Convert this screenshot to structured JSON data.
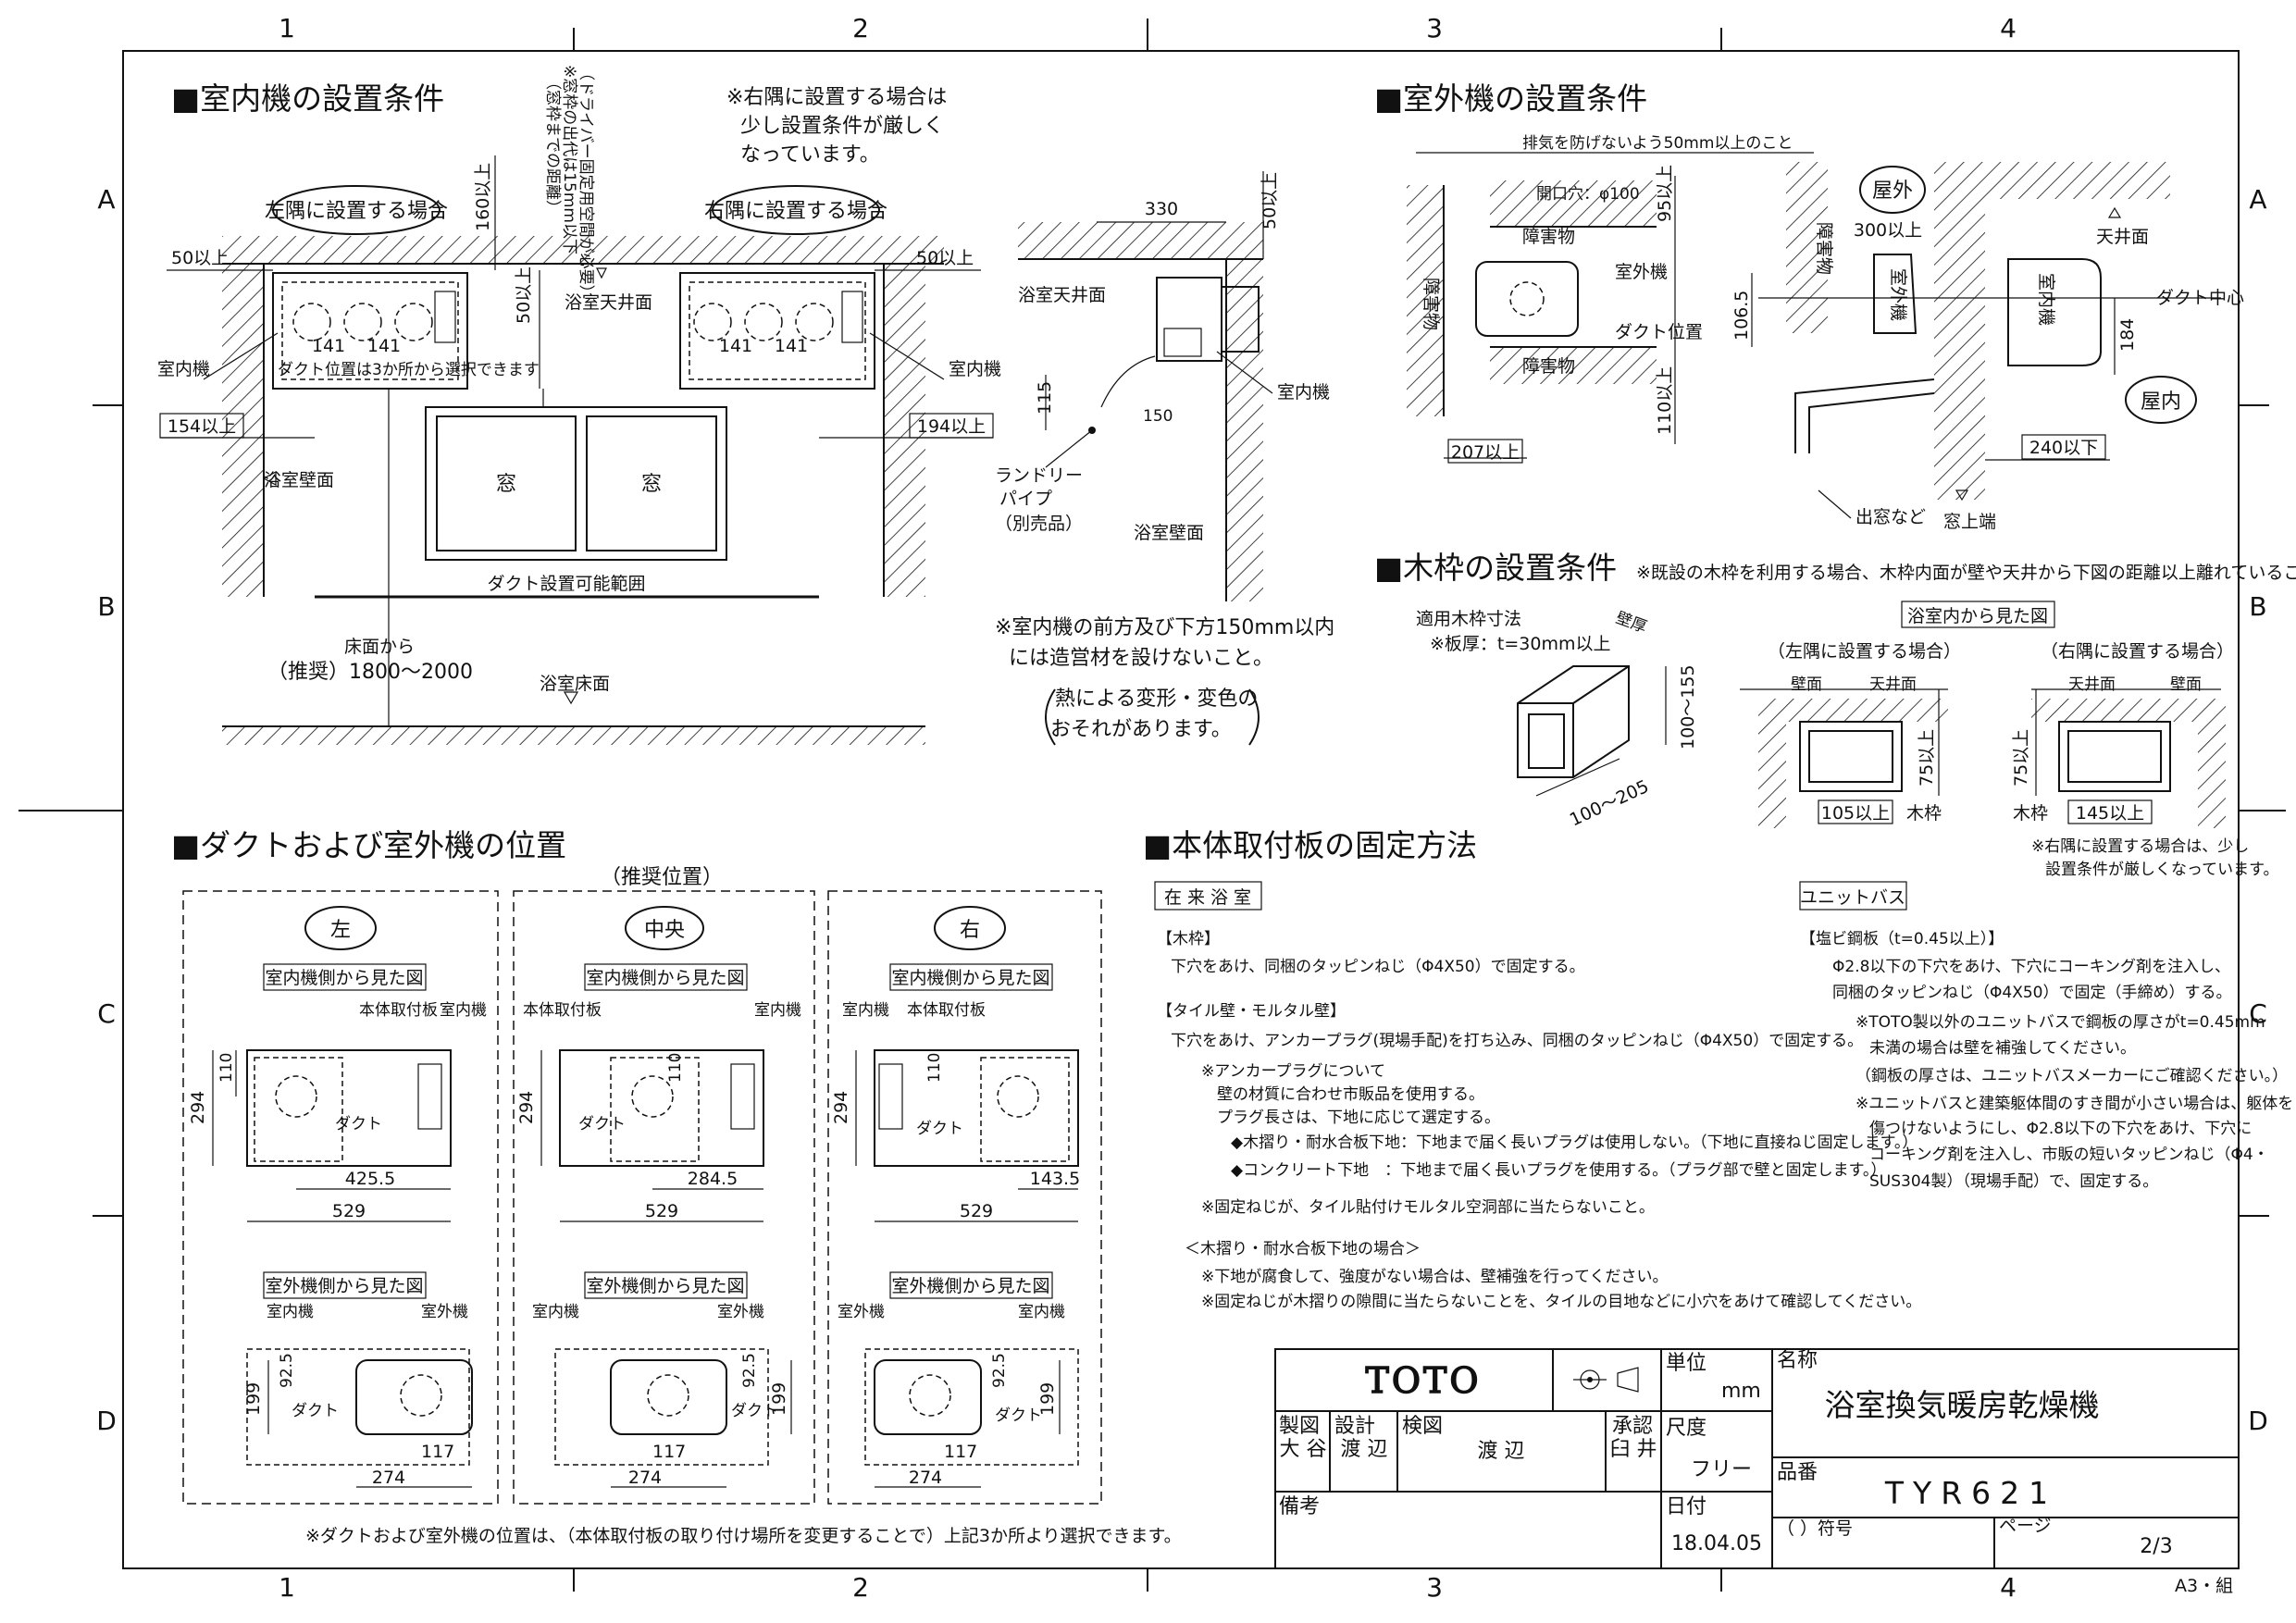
{
  "grid": {
    "cols": [
      "1",
      "2",
      "3",
      "4"
    ],
    "rows": [
      "A",
      "B",
      "C",
      "D"
    ]
  },
  "indoor": {
    "title": "■室内機の設置条件",
    "note_right": [
      "※右隅に設置する場合は",
      "少し設置条件が厳しく",
      "なっています。"
    ],
    "left_case": "左隅に設置する場合",
    "right_case": "右隅に設置する場合",
    "d160": "160以上",
    "d50v": "50以上",
    "d50l": "50以上",
    "d50r": "50以上",
    "window_note": [
      "（窓枠までの距離）",
      "※窓枠の出代は15mm以下",
      "（ドライバー固定用空間が必要）"
    ],
    "ceiling": "浴室天井面",
    "d141": "141",
    "duct_pos": "ダクト位置は3か所から選択できます",
    "unit": "室内機",
    "d154": "154以上",
    "d194": "194以上",
    "wall": "浴室壁面",
    "window": "窓",
    "duct_range": "ダクト設置可能範囲",
    "floor_from": "床面から",
    "recommend": "（推奨）1800〜2000",
    "floor": "浴室床面",
    "d330": "330",
    "d50s": "50以上",
    "ceiling2": "浴室天井面",
    "d115": "115",
    "d150": "150",
    "laundry": [
      "ランドリー",
      "パイプ",
      "（別売品）"
    ],
    "wall2": "浴室壁面",
    "unit2": "室内機",
    "front_note": [
      "※室内機の前方及び下方150mm以内",
      "には造営材を設けないこと。"
    ],
    "heat_note": [
      "熱による変形・変色の",
      "おそれがあります。"
    ]
  },
  "outdoor": {
    "title": "■室外機の設置条件",
    "exhaust": "排気を防げないよう50mm以上のこと",
    "hole": "開口穴：φ100",
    "obstacle": "障害物",
    "d95": "95以上",
    "unit": "室外機",
    "duct": "ダクト位置",
    "d110": "110以上",
    "d207": "207以上",
    "outside": "屋外",
    "d300": "300以上",
    "ceiling": "天井面",
    "duct_center": "ダクト中心",
    "d1065": "106.5",
    "d184": "184",
    "in_unit": "室内機",
    "out_unit": "室外機",
    "inside": "屋内",
    "d240": "240以下",
    "bay": "出窓など",
    "top": "窓上端"
  },
  "frame": {
    "title": "■木枠の設置条件",
    "note": "※既設の木枠を利用する場合、木枠内面が壁や天井から下図の距離以上離れていること。",
    "size": "適用木枠寸法",
    "thick": "※板厚：t=30mm以上",
    "wall_thk": "壁厚",
    "d100_155": "100〜155",
    "d100_205": "100〜205",
    "view": "浴室内から見た図",
    "left_case": "（左隅に設置する場合）",
    "right_case": "（右隅に設置する場合）",
    "wall": "壁面",
    "ceiling": "天井面",
    "d75": "75以上",
    "d105": "105以上",
    "d145": "145以上",
    "wood": "木枠",
    "right_note": [
      "※右隅に設置する場合は、少し",
      "設置条件が厳しくなっています。"
    ]
  },
  "duct": {
    "title": "■ダクトおよび室外機の位置",
    "recommended": "（推奨位置）",
    "left": "左",
    "center": "中央",
    "right": "右",
    "in_view": "室内機側から見た図",
    "out_view": "室外機側から見た図",
    "plate": "本体取付板",
    "in_unit": "室内機",
    "out_unit": "室外機",
    "duct": "ダクト",
    "d294": "294",
    "d110": "110",
    "d4255": "425.5",
    "d2845": "284.5",
    "d1435": "143.5",
    "d529": "529",
    "d199": "199",
    "d925": "92.5",
    "d117": "117",
    "d274": "274",
    "note": "※ダクトおよび室外機の位置は、（本体取付板の取り付け場所を変更することで）上記3か所より選択できます。"
  },
  "fix": {
    "title": "■本体取付板の固定方法",
    "conv": "在 来 浴 室",
    "unit_bath": "ユニットバス",
    "lines": [
      "【木枠】",
      "下穴をあけ、同梱のタッピンねじ（Φ4X50）で固定する。",
      "【タイル壁・モルタル壁】",
      "下穴をあけ、アンカープラグ(現場手配)を打ち込み、同梱のタッピンねじ（Φ4X50）で固定する。",
      "※アンカープラグについて",
      "壁の材質に合わせ市販品を使用する。",
      "プラグ長さは、下地に応じて選定する。",
      "◆木摺り・耐水合板下地：下地まで届く長いプラグは使用しない。（下地に直接ねじ固定します。）",
      "◆コンクリート下地　：下地まで届く長いプラグを使用する。（プラグ部で壁と固定します。）",
      "※固定ねじが、タイル貼付けモルタル空洞部に当たらないこと。",
      "＜木摺り・耐水合板下地の場合＞",
      "※下地が腐食して、強度がない場合は、壁補強を行ってください。",
      "※固定ねじが木摺りの隙間に当たらないことを、タイルの目地などに小穴をあけて確認してください。"
    ],
    "ub_lines": [
      "【塩ビ鋼板（t=0.45以上）】",
      "Φ2.8以下の下穴をあけ、下穴にコーキング剤を注入し、",
      "同梱のタッピンねじ（Φ4X50）で固定（手締め）する。",
      "※TOTO製以外のユニットバスで鋼板の厚さがt=0.45mm",
      "未満の場合は壁を補強してください。",
      "（鋼板の厚さは、ユニットバスメーカーにご確認ください。）",
      "※ユニットバスと建築躯体間のすき間が小さい場合は、躯体を",
      "傷つけないようにし、Φ2.8以下の下穴をあけ、下穴に",
      "コーキング剤を注入し、市販の短いタッピンねじ（Φ4・",
      "SUS304製）（現場手配）で、固定する。"
    ]
  },
  "titleblock": {
    "brand": "TOTO",
    "unit_label": "単位",
    "unit": "mm",
    "name_label": "名称",
    "name": "浴室換気暖房乾燥機",
    "made_label": "製図",
    "made": "大\n谷",
    "design_label": "設計",
    "design": "渡\n辺",
    "check_label": "検図",
    "check": "渡\n辺",
    "approve_label": "承認",
    "approve": "臼\n井",
    "scale_label": "尺度",
    "scale": "フリー",
    "part_label": "品番",
    "part": "TYR621",
    "remark_label": "備考",
    "date_label": "日付",
    "date": "18.04.05",
    "symbol_label": "（ ）符号",
    "page_label": "ページ",
    "page": "2/3",
    "paper": "A3・組"
  }
}
